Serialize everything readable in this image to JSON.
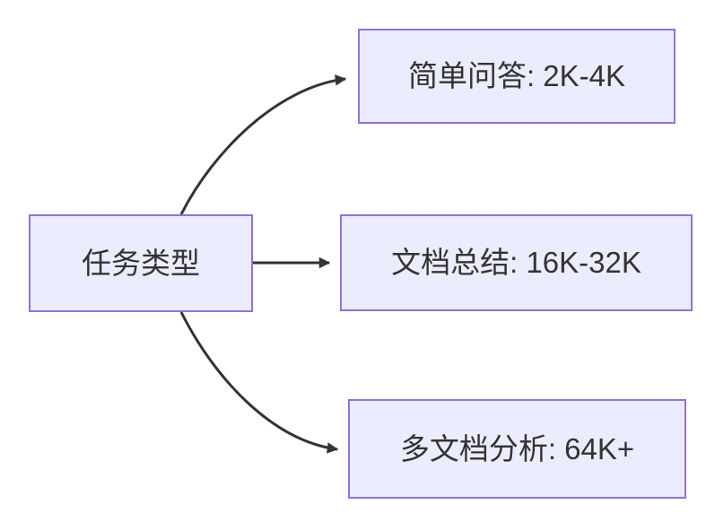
{
  "diagram": {
    "type": "flowchart",
    "direction": "left-to-right",
    "nodes": [
      {
        "id": "task-type",
        "label": "任务类型"
      },
      {
        "id": "simple-qa",
        "label": "简单问答: 2K-4K"
      },
      {
        "id": "doc-summary",
        "label": "文档总结: 16K-32K"
      },
      {
        "id": "multi-doc",
        "label": "多文档分析: 64K+"
      }
    ],
    "edges": [
      {
        "from": "task-type",
        "to": "simple-qa"
      },
      {
        "from": "task-type",
        "to": "doc-summary"
      },
      {
        "from": "task-type",
        "to": "multi-doc"
      }
    ],
    "colors": {
      "node_fill": "#ECECFF",
      "node_border": "#9370DB",
      "edge_stroke": "#333333",
      "text": "#333333",
      "background": "#ffffff"
    }
  }
}
